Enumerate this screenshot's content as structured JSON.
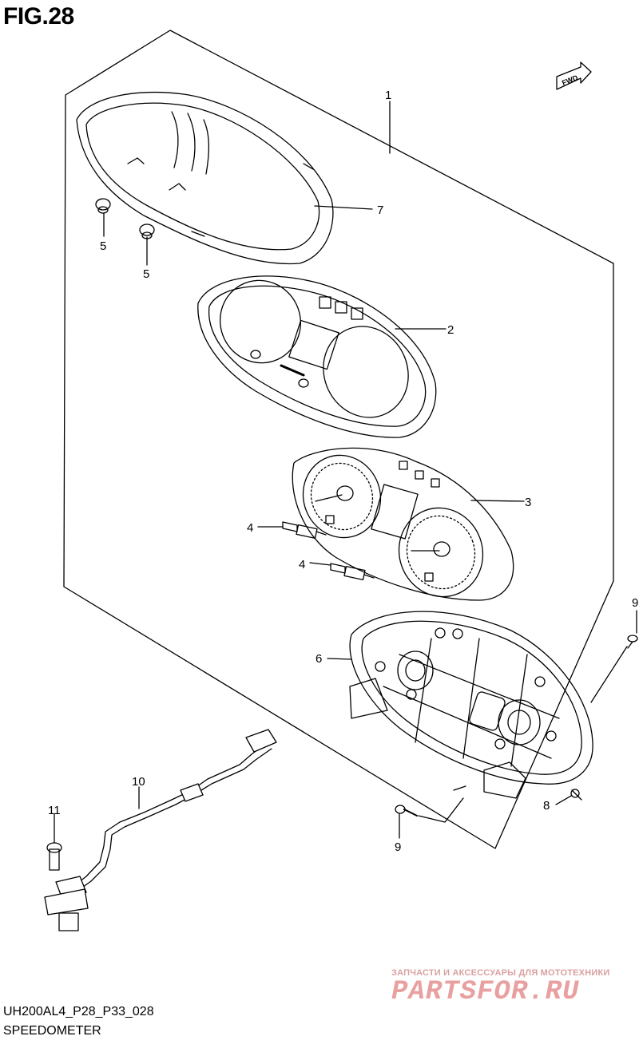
{
  "figure": {
    "title": "FIG.28"
  },
  "caption": {
    "code": "UH200AL4_P28_P33_028",
    "name": "SPEEDOMETER"
  },
  "direction_badge": {
    "text": "FWD"
  },
  "watermark": {
    "line1": "ЗАПЧАСТИ И АКСЕССУАРЫ ДЛЯ МОТОТЕХНИКИ",
    "line2": "PARTSFOR.RU"
  },
  "callouts": {
    "c1": "1",
    "c2": "2",
    "c3": "3",
    "c4a": "4",
    "c4b": "4",
    "c5a": "5",
    "c5b": "5",
    "c6": "6",
    "c7": "7",
    "c8": "8",
    "c9a": "9",
    "c9b": "9",
    "c10": "10",
    "c11": "11"
  }
}
